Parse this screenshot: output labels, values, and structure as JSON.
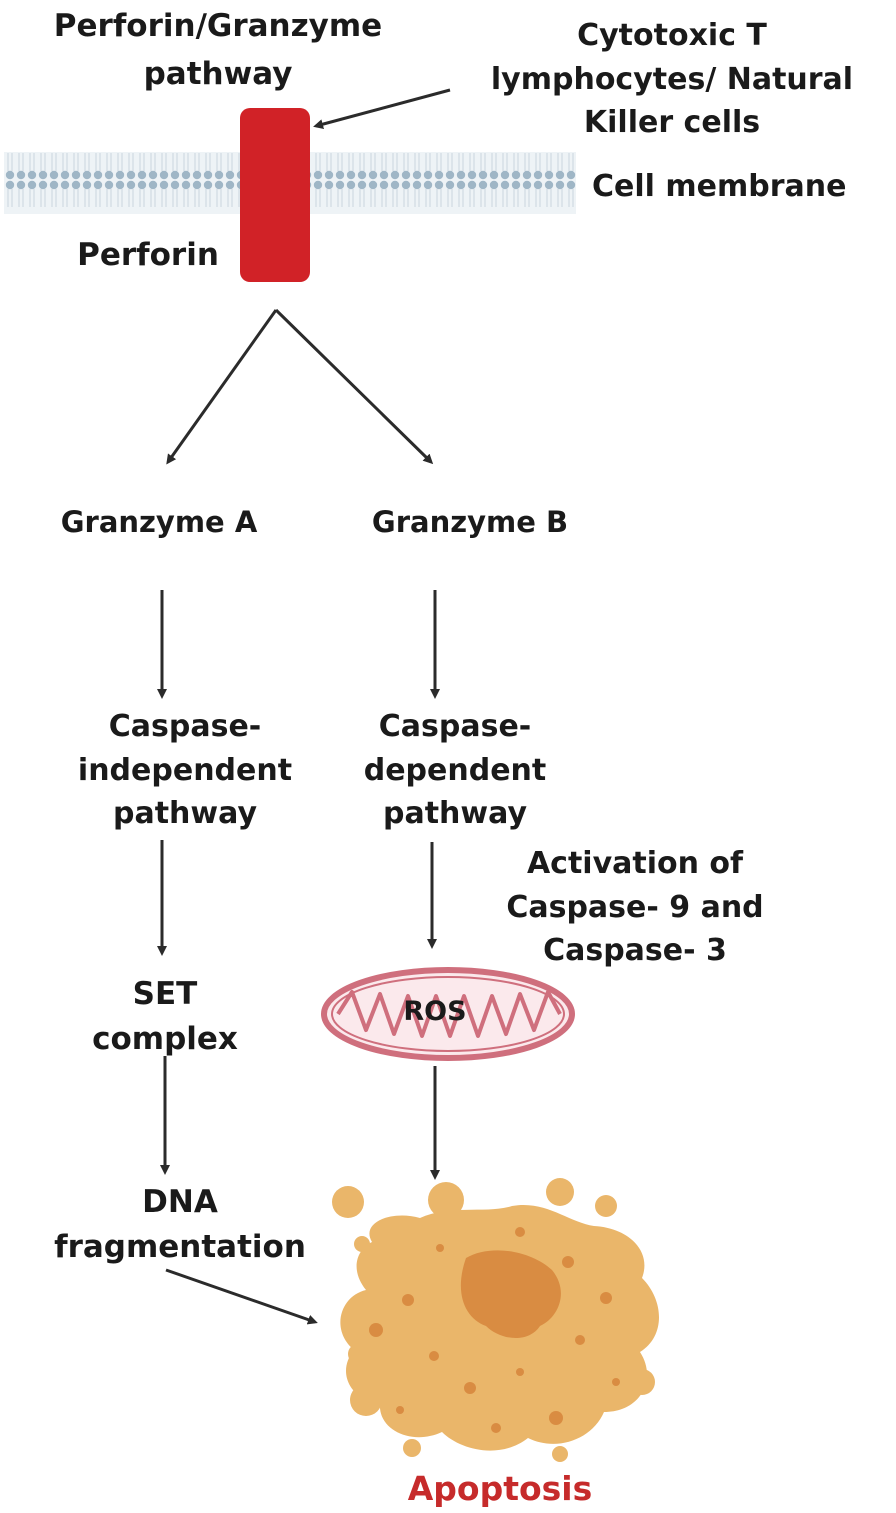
{
  "title": "Perforin/Granzyme\npathway",
  "effector_cells": "Cytotoxic T\nlymphocytes/ Natural\nKiller cells",
  "membrane_label": "Cell membrane",
  "perforin_label": "Perforin",
  "granzyme_a": "Granzyme A",
  "granzyme_b": "Granzyme B",
  "caspase_independent": "Caspase-\nindependent\npathway",
  "caspase_dependent": "Caspase-\ndependent\npathway",
  "caspase_activation": "Activation of\nCaspase- 9 and\nCaspase- 3",
  "set_complex": "SET\ncomplex",
  "ros_label": "ROS",
  "dna_fragmentation": "DNA\nfragmentation",
  "apoptosis_label": "Apoptosis",
  "colors": {
    "perforin": "#d12227",
    "membrane": "#9fb6c6",
    "mitochondrion": "#cf6f7d",
    "cell": "#eab66a",
    "nucleus": "#d98c42",
    "apoptosis_text": "#c62b2b",
    "arrow": "#2b2b2b"
  }
}
